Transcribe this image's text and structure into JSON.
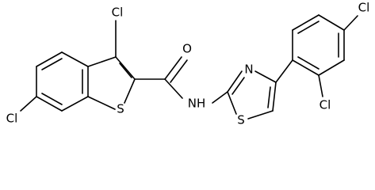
{
  "molecule": {
    "atom_labels": {
      "cl_top_left": "Cl",
      "cl_bottom_left": "Cl",
      "s_benzothiophene": "S",
      "o_carbonyl": "O",
      "nh_amide": "NH",
      "n_thiazole": "N",
      "s_thiazole": "S",
      "cl_top_right": "Cl",
      "cl_mid_right": "Cl"
    }
  }
}
